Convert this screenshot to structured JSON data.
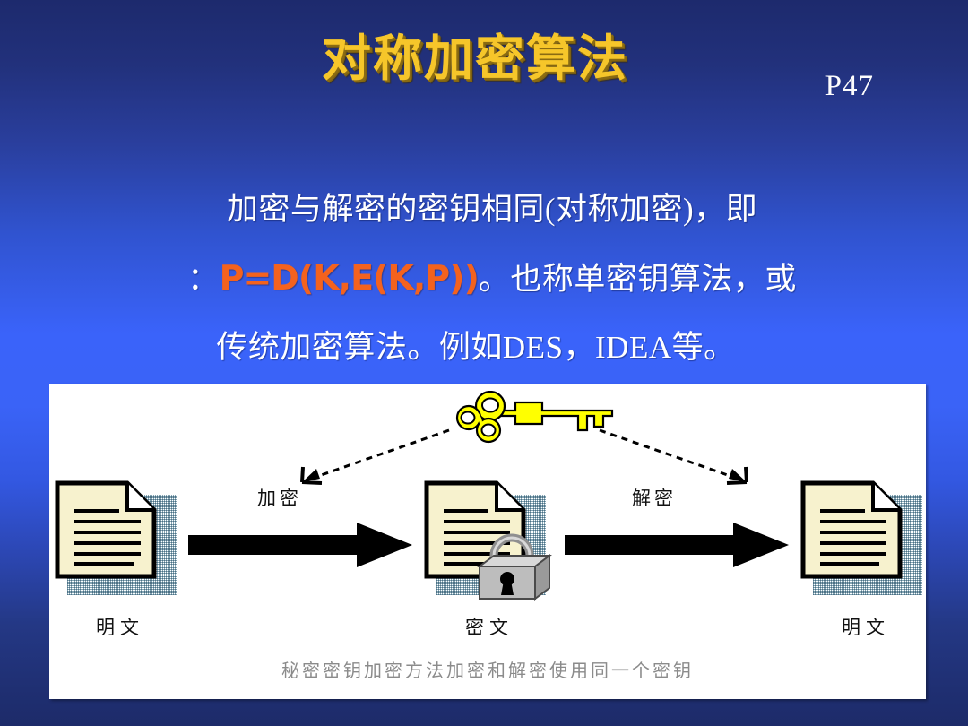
{
  "slide": {
    "title": "对称加密算法",
    "page_marker": "P47",
    "title_color": "#f6c62a",
    "background_top_color": "#1d2a6d",
    "background_mid_color": "#3a63fa"
  },
  "body": {
    "line1": "加密与解密的密钥相同(对称加密)，即",
    "line2_prefix": "：",
    "line2_formula": "P=D(K,E(K,P))",
    "line2_suffix": "。也称单密钥算法，或",
    "line3": "传统加密算法。例如DES，IDEA等。",
    "formula_color": "#f4621e",
    "text_color": "#ffffff"
  },
  "diagram": {
    "caption": "秘密密钥加密方法加密和解密使用同一个密钥",
    "key_icon": "key-icon",
    "key_color": "#ffff00",
    "operations": [
      {
        "name": "encrypt",
        "label": "加密"
      },
      {
        "name": "decrypt",
        "label": "解密"
      }
    ],
    "nodes": [
      {
        "name": "plaintext-left",
        "label": "明文",
        "icon": "document-icon",
        "locked": false
      },
      {
        "name": "ciphertext",
        "label": "密文",
        "icon": "document-lock-icon",
        "locked": true
      },
      {
        "name": "plaintext-right",
        "label": "明文",
        "icon": "document-icon",
        "locked": false
      }
    ],
    "flow_arrows": [
      {
        "name": "arrow-encrypt",
        "direction": "right"
      },
      {
        "name": "arrow-decrypt",
        "direction": "right"
      }
    ],
    "document_color": "#f7f2ce",
    "lock_color": "#b5b5b5",
    "caption_color": "#8b8b8b"
  }
}
